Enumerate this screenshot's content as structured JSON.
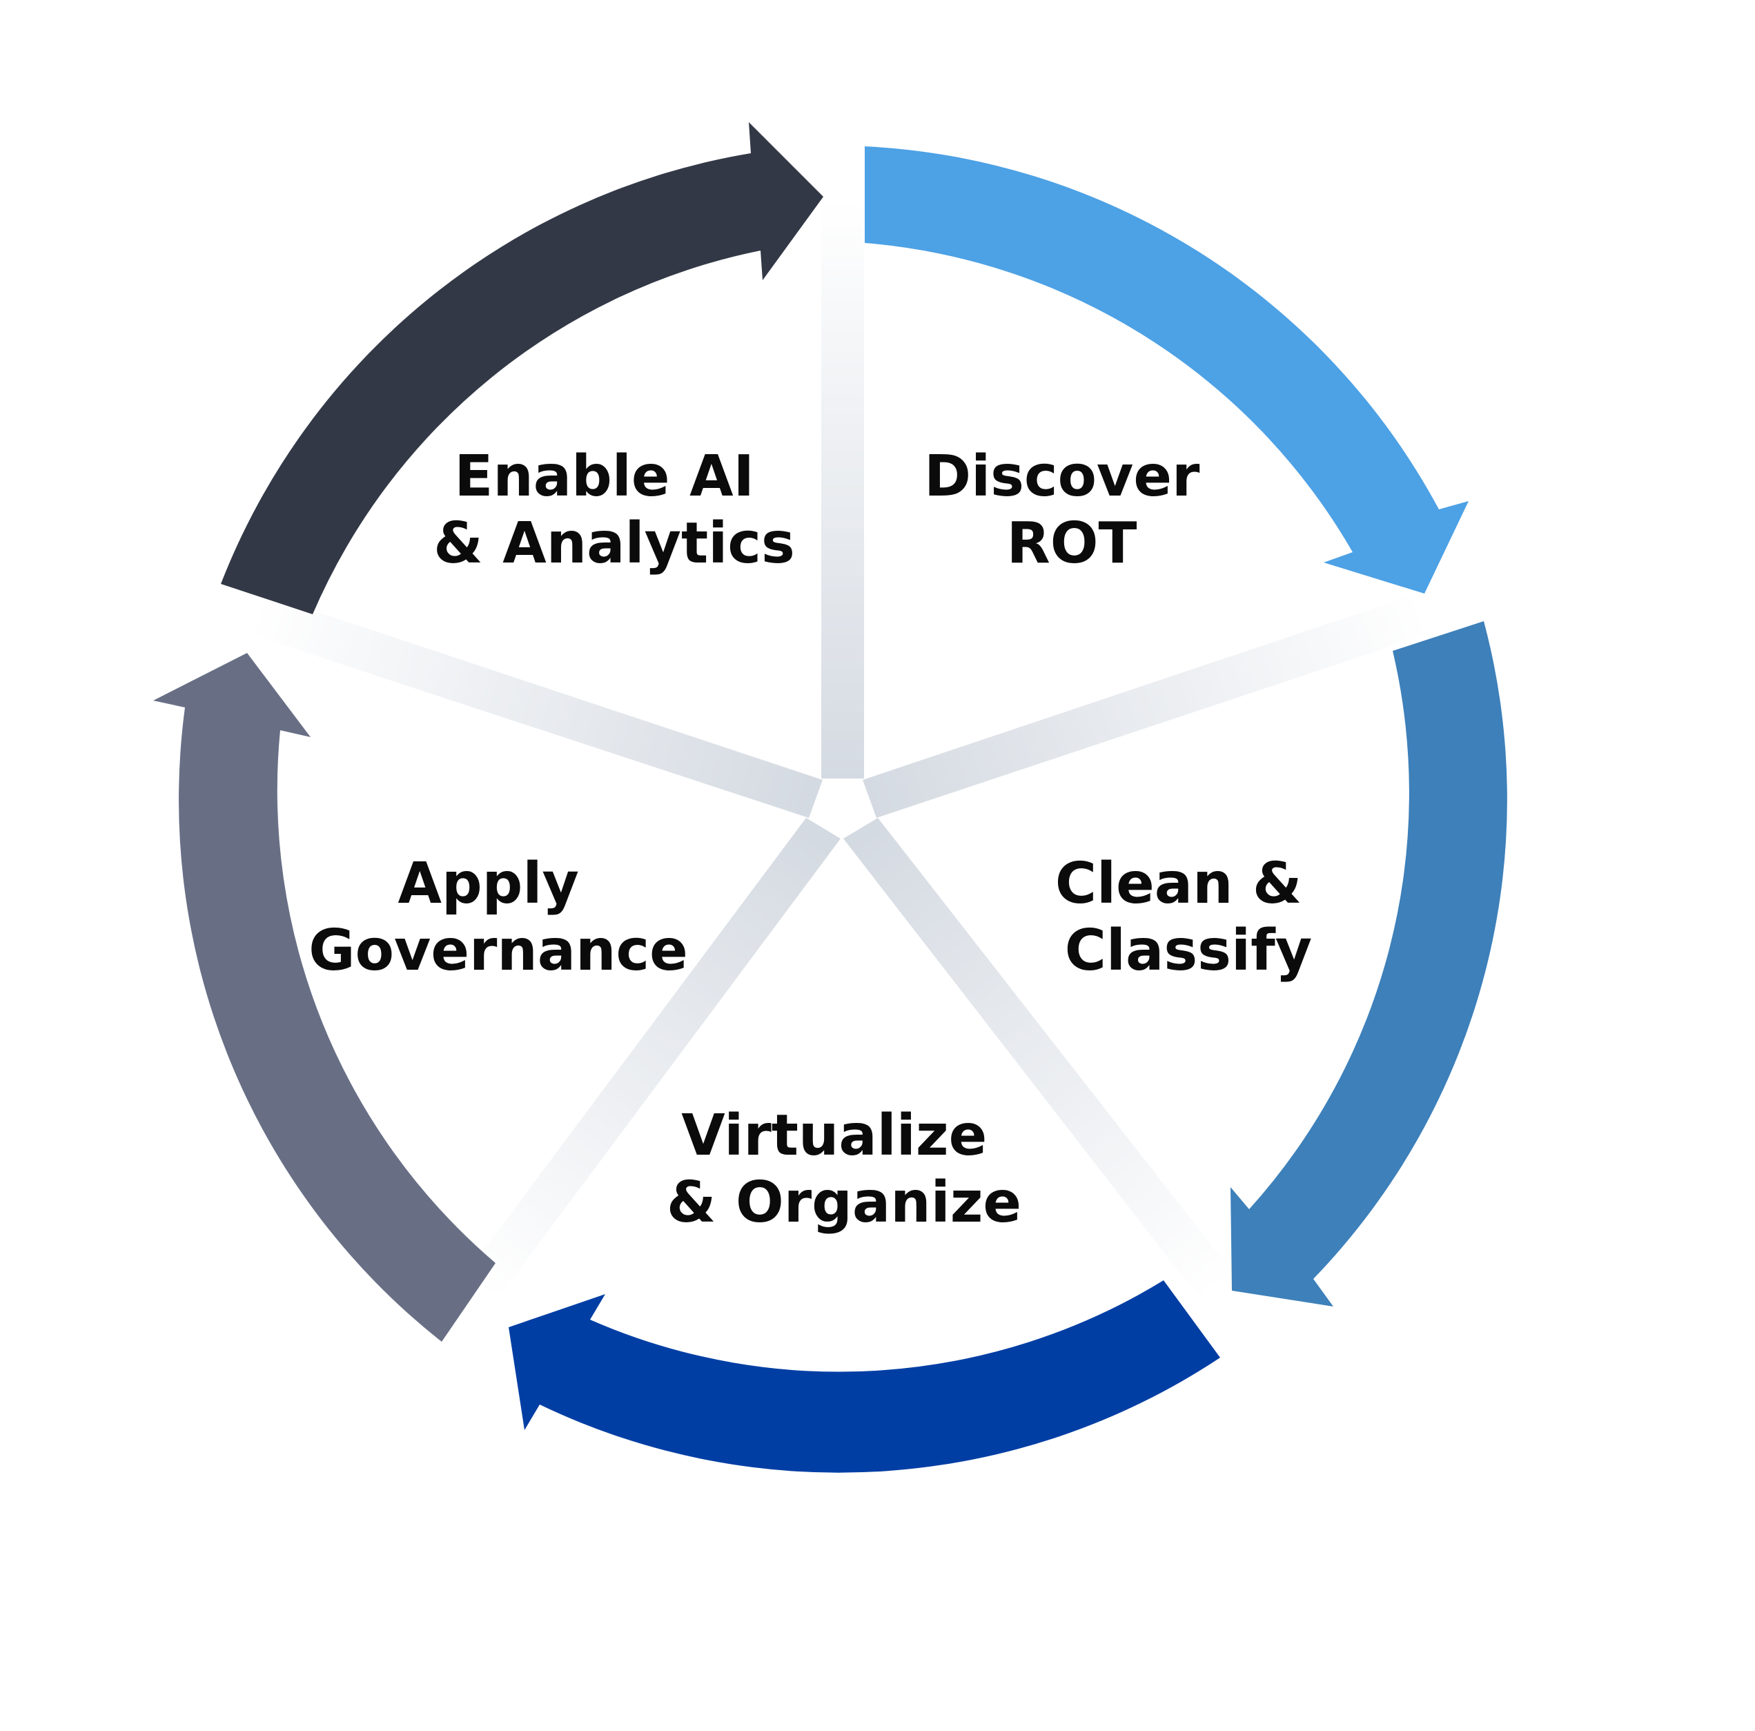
{
  "diagram": {
    "stages": [
      {
        "id": "discover",
        "lines": [
          "Discover",
          "ROT"
        ],
        "color": "#4da1e5"
      },
      {
        "id": "clean",
        "lines": [
          "Clean &",
          "Classify"
        ],
        "color": "#3d80ba"
      },
      {
        "id": "virtualize",
        "lines": [
          "Virtualize",
          "& Organize"
        ],
        "color": "#013ea4"
      },
      {
        "id": "governance",
        "lines": [
          "Apply",
          "Governance"
        ],
        "color": "#686f85"
      },
      {
        "id": "enable",
        "lines": [
          "Enable AI",
          "& Analytics"
        ],
        "color": "#323846"
      }
    ],
    "divider_color": "#d2d8e0"
  }
}
